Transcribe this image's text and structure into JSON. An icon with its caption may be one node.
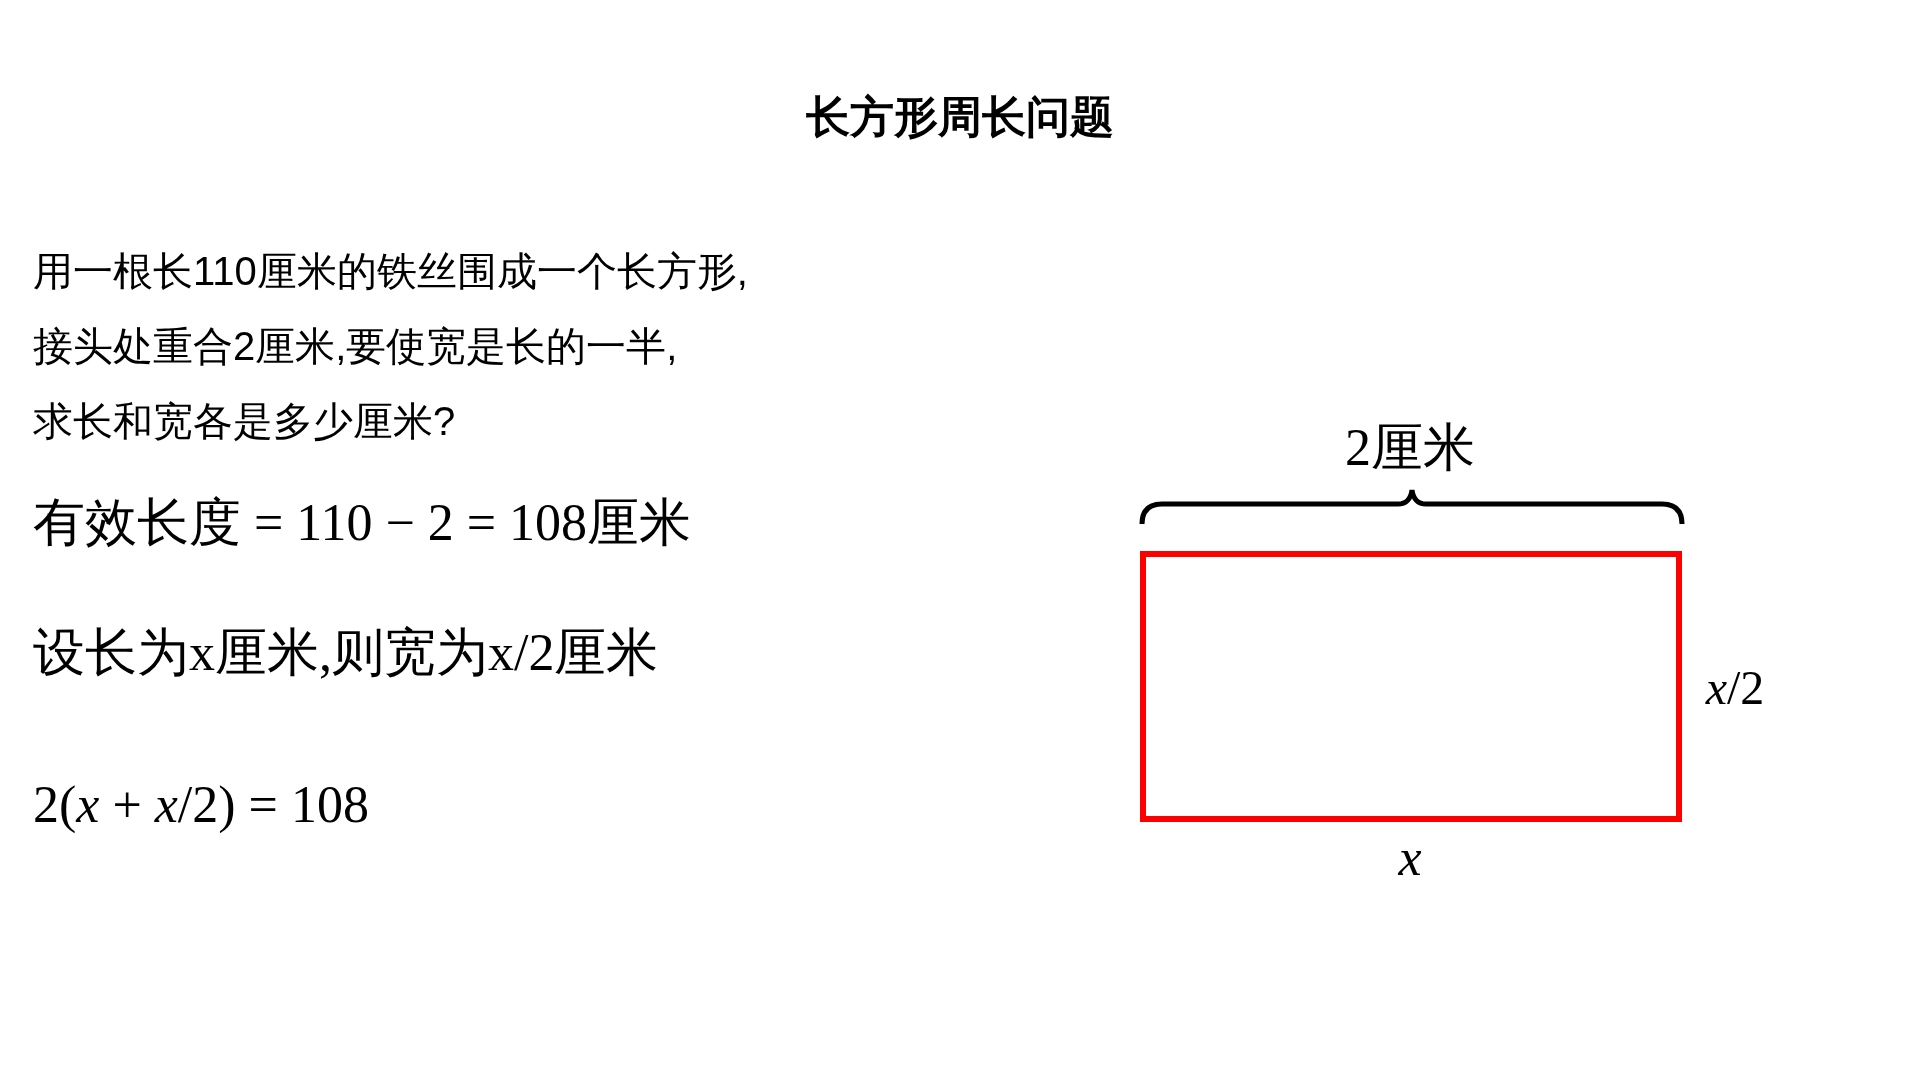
{
  "diagram": {
    "title": "长方形周长问题",
    "nodes": [
      {
        "text": [],
        "shape": "box"
      }
    ],
    "labels": [
      "用一根长110厘米的铁丝围成一个长方形,",
      "接头处重合2厘米,要使宽是长的一半,",
      "求长和宽各是多少厘米?",
      "有效长度 = 110 − 2 = 108厘米",
      "设长为x厘米,则宽为x/2厘米",
      "2(*x* + *x*/2) = 108",
      "2厘米",
      "*x*/2",
      "*x*"
    ]
  }
}
